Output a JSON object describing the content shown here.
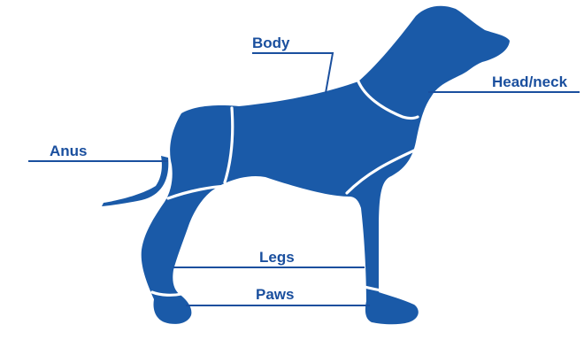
{
  "labels": {
    "body": "Body",
    "head_neck": "Head/neck",
    "anus": "Anus",
    "legs": "Legs",
    "paws": "Paws"
  },
  "colors": {
    "dog_fill": "#1a5aa8",
    "label_text": "#1a4f9e",
    "seam_lines": "#ffffff"
  }
}
